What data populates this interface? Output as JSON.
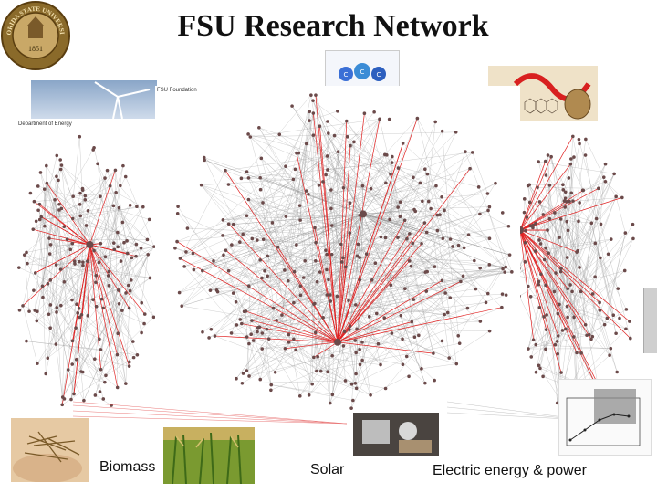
{
  "title": "FSU Research Network",
  "seal": {
    "top_text": "FLORIDA STATE UNIVERSITY",
    "year": "1851"
  },
  "panels": {
    "left_label": "Department of Energy",
    "center_label": "FSU Foundation"
  },
  "captions": {
    "biomass": "Biomass",
    "solar": "Solar",
    "electric": "Electric energy & power"
  },
  "colors": {
    "edge": "#9a9a9a",
    "highlight_edge": "#e02020",
    "node": "#6b4a4a",
    "accent": "#7a5a2a"
  }
}
